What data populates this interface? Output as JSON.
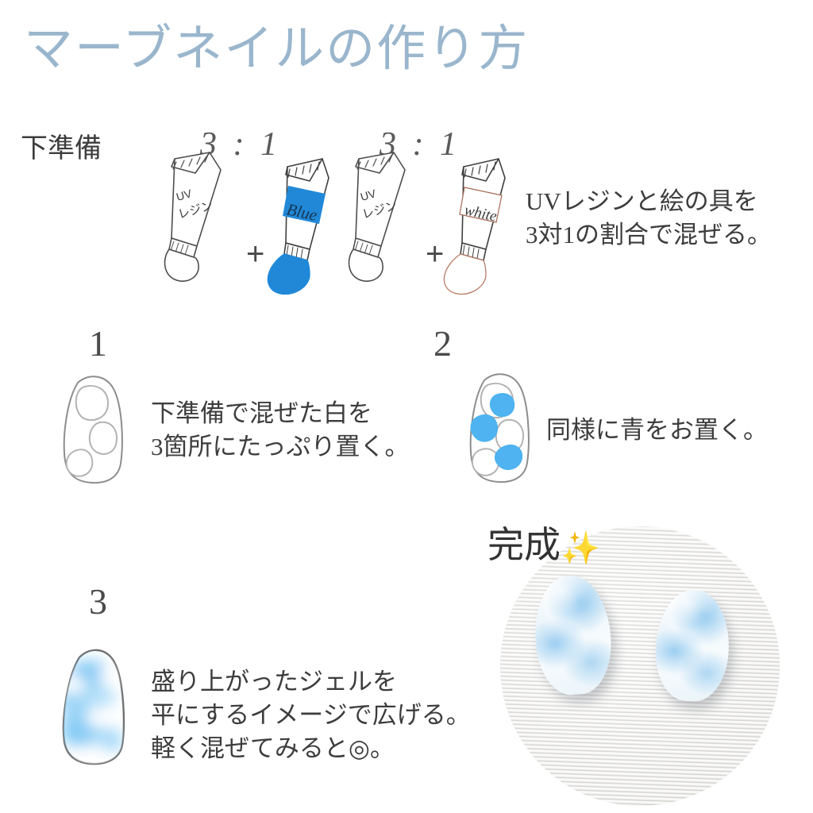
{
  "page": {
    "title": "マーブネイルの作り方",
    "title_color": "#9ab6cd",
    "background": "#ffffff"
  },
  "prep": {
    "label": "下準備",
    "ratio_left": "3 : 1",
    "ratio_right": "3 : 1",
    "plus_left": "+",
    "plus_right": "+",
    "tubes": [
      {
        "name": "uv-resin-tube-left",
        "label_line1": "UV",
        "label_line2": "レジン",
        "color": "#ffffff",
        "outline": "#555555"
      },
      {
        "name": "blue-paint-tube",
        "label": "Blue",
        "color": "#2188d8",
        "outline": "#444444"
      },
      {
        "name": "uv-resin-tube-right",
        "label_line1": "UV",
        "label_line2": "レジン",
        "color": "#ffffff",
        "outline": "#555555"
      },
      {
        "name": "white-paint-tube",
        "label": "white",
        "color": "#ffffff",
        "outline": "#a86a55"
      }
    ],
    "description_line1": "UVレジンと絵の具を",
    "description_line2": "3対1の割合で混ぜる。"
  },
  "steps": [
    {
      "number": "1",
      "text_line1": "下準備で混ぜた白を",
      "text_line2": "3箇所にたっぷり置く。",
      "nail_name": "nail-step-1",
      "blobs": "three white dollops"
    },
    {
      "number": "2",
      "text_line1": "同様に青をお置く。",
      "text_line2": "",
      "nail_name": "nail-step-2",
      "blobs": "three white dollops plus three blue dollops"
    },
    {
      "number": "3",
      "text_line1": "盛り上がったジェルを",
      "text_line2": "平にするイメージで広げる。",
      "text_line3": "軽く混ぜてみると◎。",
      "nail_name": "nail-step-3",
      "blobs": "blended blue and white marble"
    }
  ],
  "result": {
    "label": "完成",
    "sparkle": "✨",
    "photo_caption": "two marble nail tips on textured white paper"
  },
  "colors": {
    "blue": "#4eb3f0",
    "blue_deep": "#2188d8",
    "title_blue": "#9ab6cd",
    "line_gray": "#8b8b8b",
    "text_gray": "#3d3d3d",
    "white_tube_outline": "#a86a55"
  }
}
